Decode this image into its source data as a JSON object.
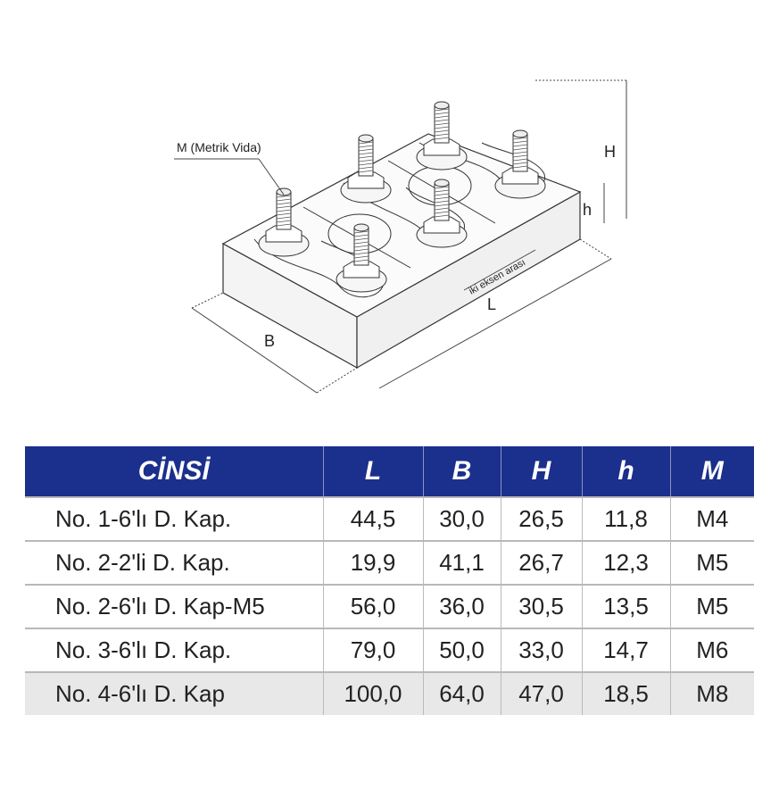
{
  "drawing": {
    "labels": {
      "metric_screw": "M (Metrik Vida)",
      "H": "H",
      "h": "h",
      "L": "L",
      "B": "B",
      "axis_distance": "iki eksen arası"
    }
  },
  "table": {
    "headers": [
      "CİNSİ",
      "L",
      "B",
      "H",
      "h",
      "M"
    ],
    "rows": [
      [
        "No. 1-6'lı D. Kap.",
        "44,5",
        "30,0",
        "26,5",
        "11,8",
        "M4"
      ],
      [
        "No. 2-2'li D. Kap.",
        "19,9",
        "41,1",
        "26,7",
        "12,3",
        "M5"
      ],
      [
        "No. 2-6'lı D. Kap-M5",
        "56,0",
        "36,0",
        "30,5",
        "13,5",
        "M5"
      ],
      [
        "No. 3-6'lı D. Kap.",
        "79,0",
        "50,0",
        "33,0",
        "14,7",
        "M6"
      ],
      [
        "No. 4-6'lı D. Kap",
        "100,0",
        "64,0",
        "47,0",
        "18,5",
        "M8"
      ]
    ],
    "header_color": "#1b2f8c"
  }
}
